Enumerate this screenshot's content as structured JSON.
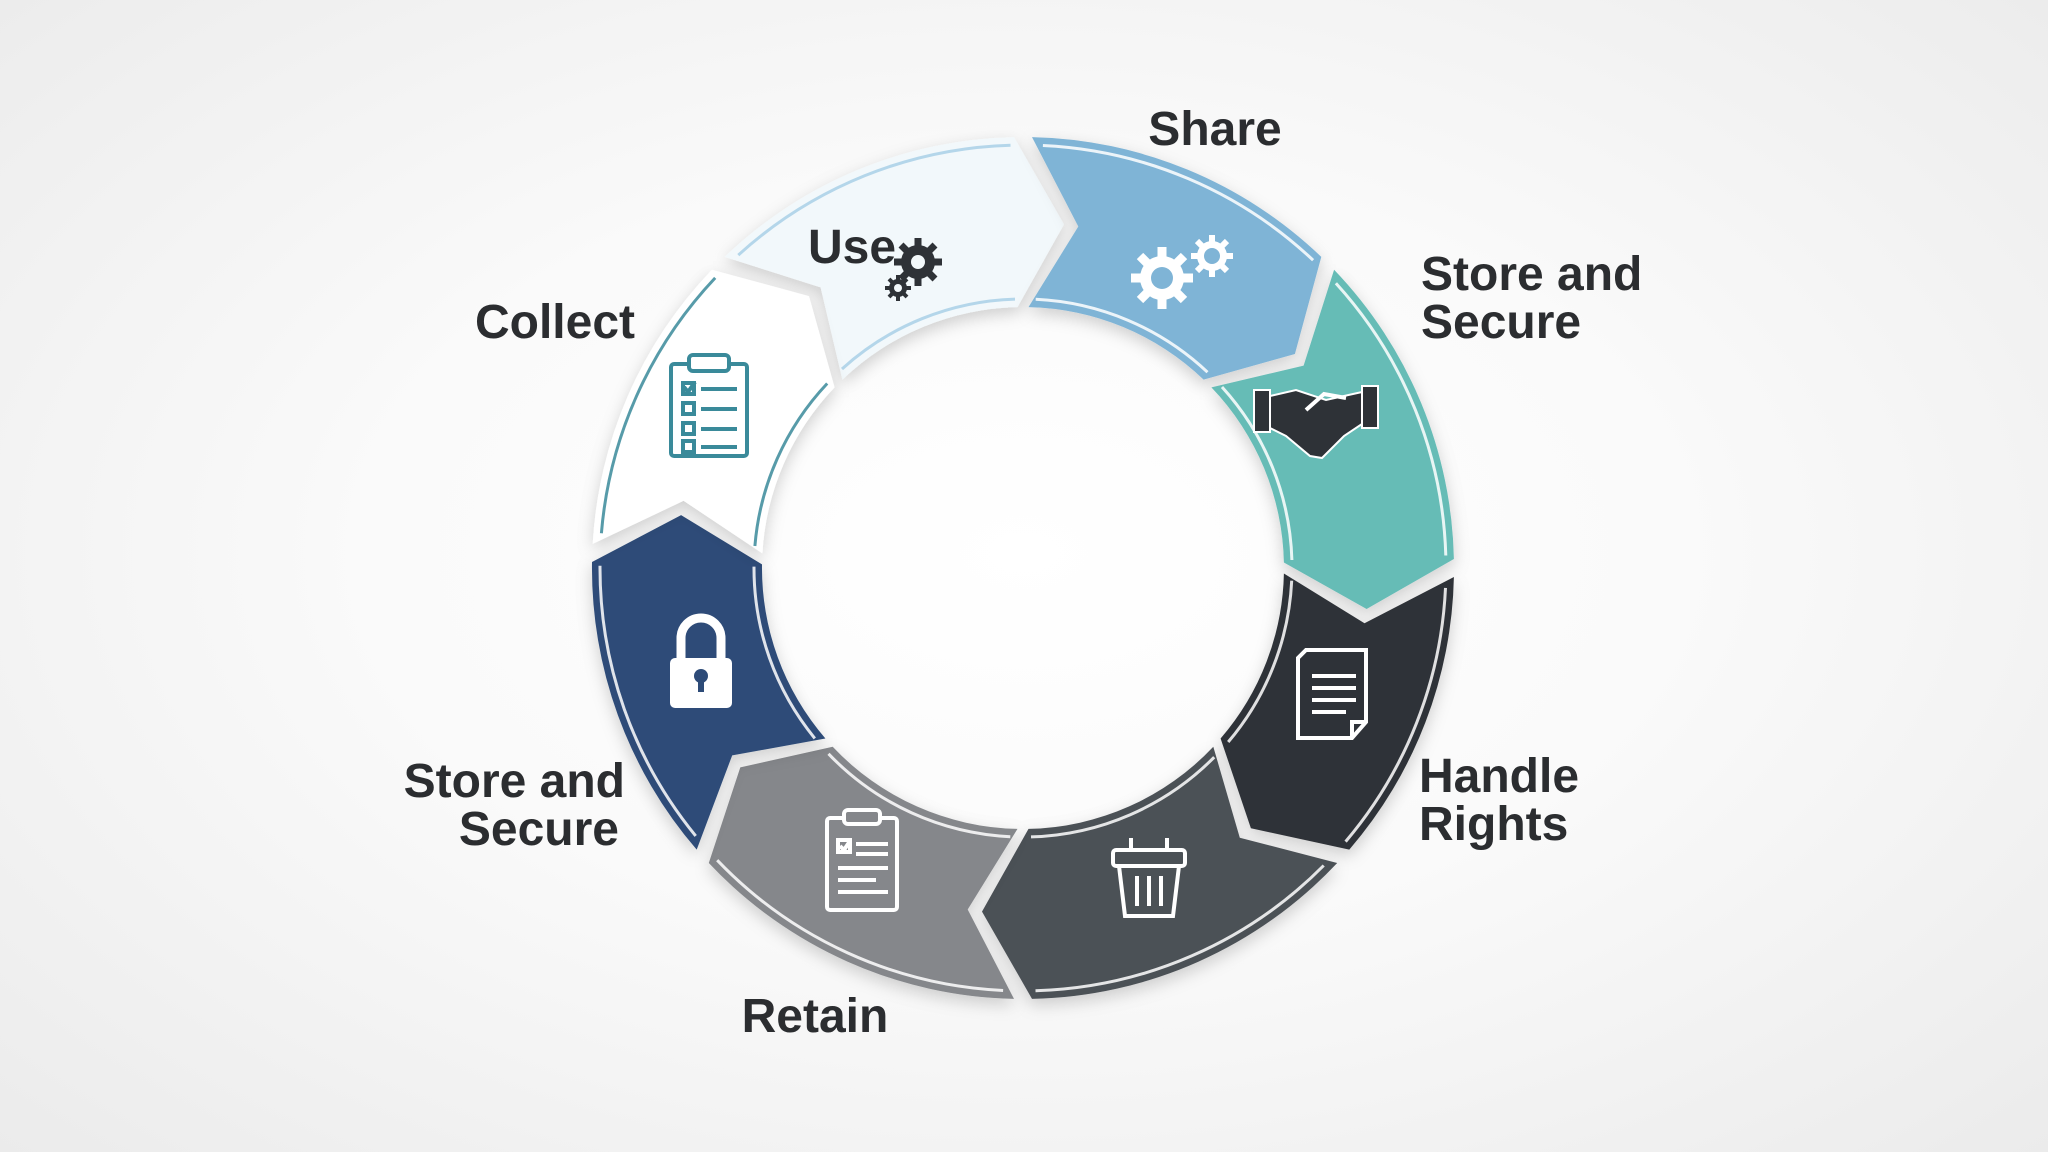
{
  "diagram": {
    "type": "cycle",
    "stages": [
      {
        "id": "use",
        "label": "Use",
        "icon": "gears-icon",
        "color": "#f2f8fb",
        "stroke": "#a9d0e6"
      },
      {
        "id": "share",
        "label": "Share",
        "icon": "gears-icon",
        "color": "#7fb4d6",
        "stroke": "#ffffff"
      },
      {
        "id": "store-secure-right",
        "label_line1": "Store and",
        "label_line2": "Secure",
        "icon": "handshake-icon",
        "color": "#66bcb6",
        "stroke": "#ffffff"
      },
      {
        "id": "handle-rights",
        "label_line1": "Handle",
        "label_line2": "Rights",
        "icon": "document-icon",
        "color": "#2e3237",
        "stroke": "#ffffff"
      },
      {
        "id": "delete",
        "label": "",
        "icon": "trash-icon",
        "color": "#4c5157",
        "stroke": "#ffffff"
      },
      {
        "id": "retain",
        "label": "Retain",
        "icon": "clipboard-icon",
        "color": "#85878b",
        "stroke": "#ffffff"
      },
      {
        "id": "store-secure-left",
        "label_line1": "Store and",
        "label_line2": "Secure",
        "icon": "lock-icon",
        "color": "#2d4b78",
        "stroke": "#ffffff"
      },
      {
        "id": "collect",
        "label": "Collect",
        "icon": "checklist-icon",
        "color": "#ffffff",
        "stroke": "#3a8a9a"
      }
    ]
  }
}
